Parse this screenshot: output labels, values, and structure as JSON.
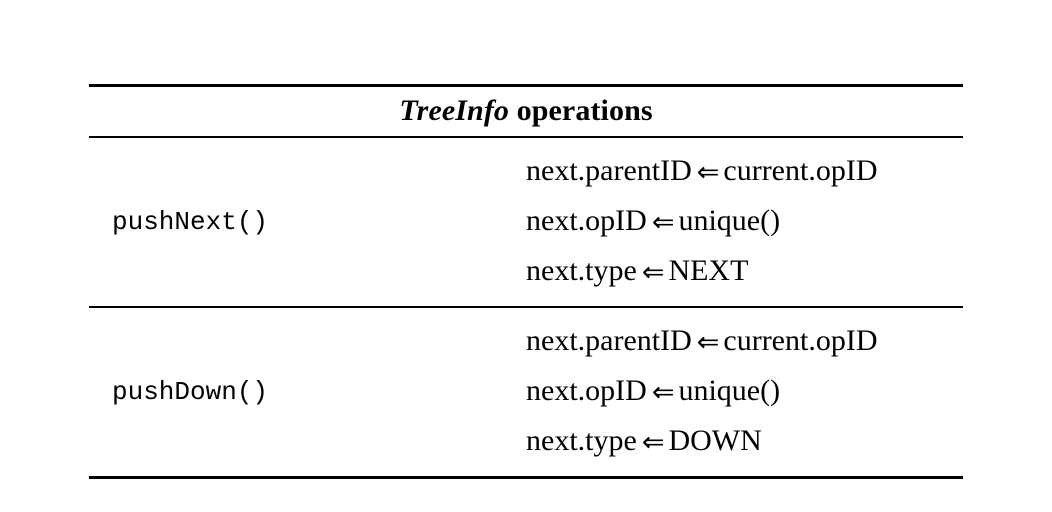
{
  "table": {
    "caption_header": {
      "italic_part": "TreeInfo",
      "rest_part": " operations"
    },
    "rules": {
      "top": "toprule",
      "below_header": "midrule",
      "between_rows": "midrule",
      "bottom": "bottomrule"
    },
    "rows": [
      {
        "operation": "pushNext()",
        "statements": [
          {
            "lhs": "next.parentID",
            "op": "⇐",
            "rhs": "current.opID"
          },
          {
            "lhs": "next.opID",
            "op": "⇐",
            "rhs": "unique()"
          },
          {
            "lhs": "next.type",
            "op": "⇐",
            "rhs": "NEXT"
          }
        ]
      },
      {
        "operation": "pushDown()",
        "statements": [
          {
            "lhs": "next.parentID",
            "op": "⇐",
            "rhs": "current.opID"
          },
          {
            "lhs": "next.opID",
            "op": "⇐",
            "rhs": "unique()"
          },
          {
            "lhs": "next.type",
            "op": "⇐",
            "rhs": "DOWN"
          }
        ]
      }
    ]
  },
  "colors": {
    "background": "#ffffff",
    "text": "#000000",
    "rule": "#000000"
  }
}
